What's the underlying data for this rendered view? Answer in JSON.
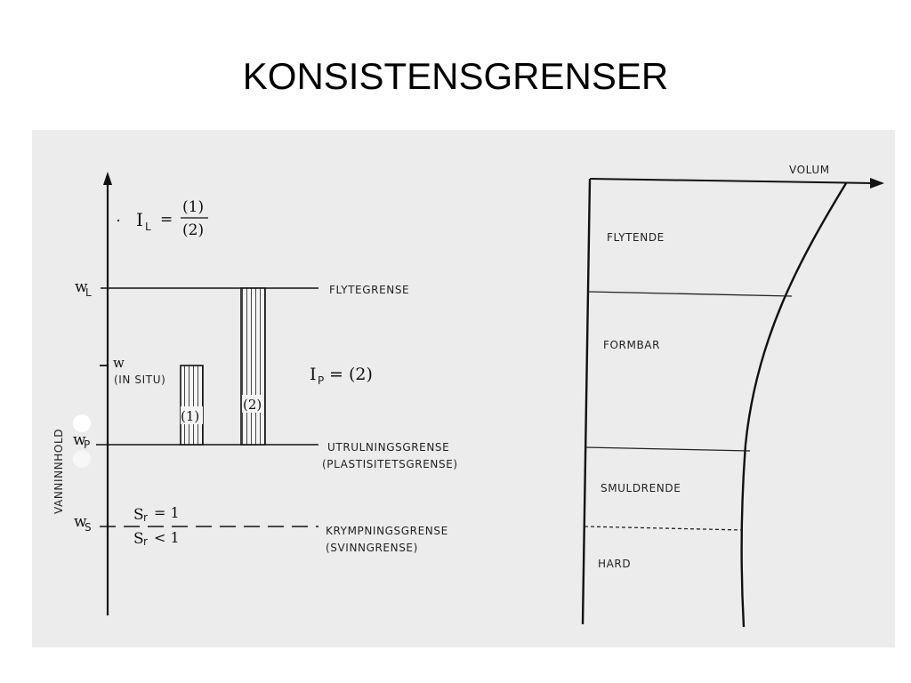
{
  "title": "KONSISTENSGRENSER",
  "left_diagram": {
    "y_axis_label": "VANNINNHOLD",
    "formula_liquidity": {
      "symbol": "I",
      "subscript": "L",
      "equals": "=",
      "numerator": "(1)",
      "denominator": "(2)"
    },
    "formula_plasticity": {
      "symbol": "I",
      "subscript": "P",
      "rhs": "= (2)"
    },
    "levels": {
      "wl": {
        "symbol": "w",
        "subscript": "L",
        "label": "FLYTEGRENSE"
      },
      "w": {
        "symbol": "w",
        "label": "(IN SITU)"
      },
      "wp": {
        "symbol": "w",
        "subscript": "P",
        "label_line1": "UTRULNINGSGRENSE",
        "label_line2": "(PLASTISITETSGRENSE)"
      },
      "ws": {
        "symbol": "w",
        "subscript": "S",
        "label_line1": "KRYMPNINGSGRENSE",
        "label_line2": "(SVINNGRENSE)"
      }
    },
    "bars": [
      {
        "label": "(1)"
      },
      {
        "label": "(2)"
      }
    ],
    "saturation": {
      "above": {
        "symbol": "S",
        "subscript": "r",
        "rhs": "= 1"
      },
      "below": {
        "symbol": "S",
        "subscript": "r",
        "rhs": "< 1"
      }
    }
  },
  "right_diagram": {
    "axis_label": "VOLUM",
    "zones": [
      "FLYTENDE",
      "FORMBAR",
      "SMULDRENDE",
      "HARD"
    ]
  }
}
